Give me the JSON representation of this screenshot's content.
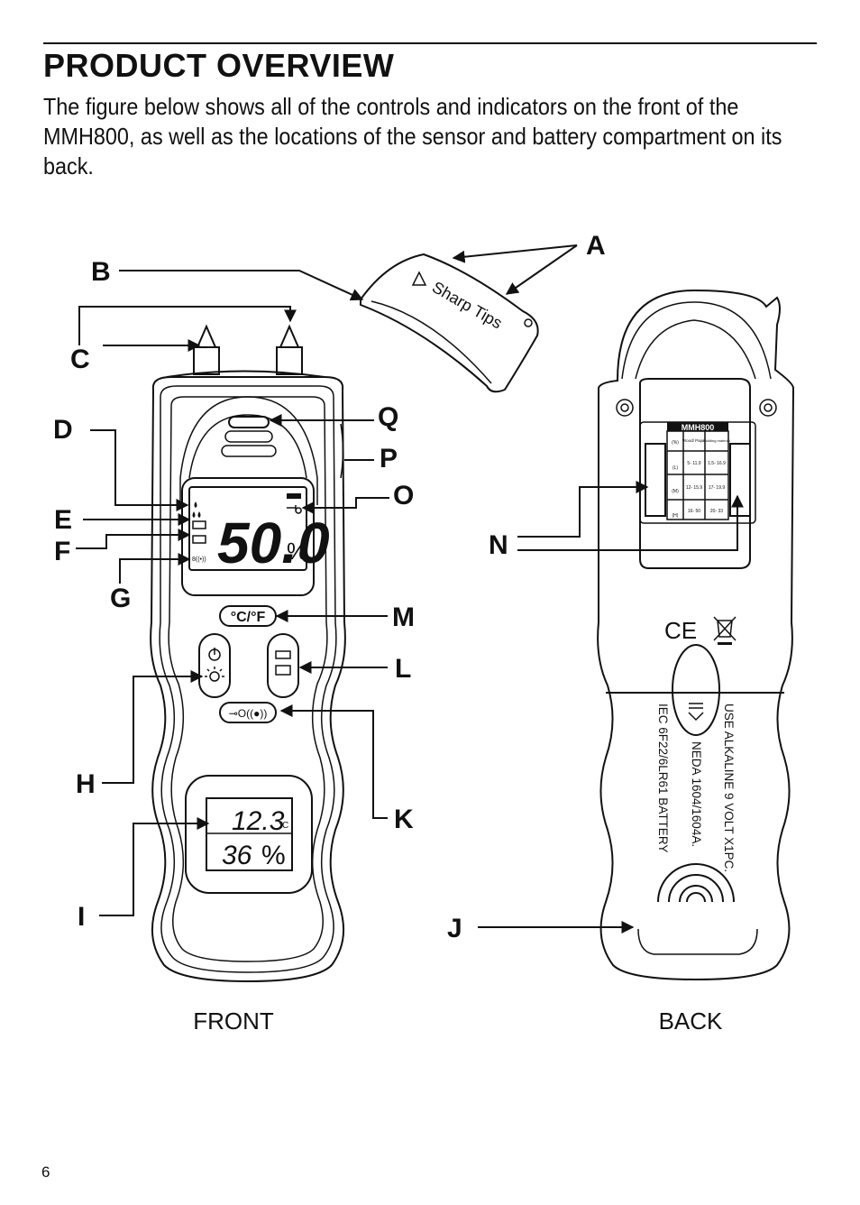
{
  "heading": "PRODUCT OVERVIEW",
  "intro": "The figure below shows all of the controls and indicators on the front of the MMH800, as well as the locations of the sensor and battery compartment on its back.",
  "callouts": {
    "A": "A",
    "B": "B",
    "C": "C",
    "D": "D",
    "E": "E",
    "F": "F",
    "G": "G",
    "H": "H",
    "I": "I",
    "J": "J",
    "K": "K",
    "L": "L",
    "M": "M",
    "N": "N",
    "O": "O",
    "P": "P",
    "Q": "Q"
  },
  "cap_text": "Sharp Tips",
  "front": {
    "caption": "FRONT",
    "main_reading": "50.0",
    "main_unit": "%",
    "temp_reading": "12.3",
    "temp_unit": "°C",
    "humidity_reading": "36",
    "humidity_unit": "%",
    "cf_button": "°C/°F"
  },
  "back": {
    "caption": "BACK",
    "model": "MMH800",
    "table_headers": [
      "(%)",
      "Wood/ Paper",
      "Building material"
    ],
    "table_rows": [
      {
        "level": "(L)",
        "wood": "5- 11.9",
        "building": "1.5- 16.9"
      },
      {
        "level": "(M)",
        "wood": "12- 15.9",
        "building": "17- 19.9"
      },
      {
        "level": "(H)",
        "wood": "16- 50",
        "building": "20- 33"
      }
    ],
    "ce_mark": "CE",
    "battery_line1": "USE ALKALINE 9 VOLT X1PC.",
    "battery_line2": "NEDA 1604/1604A.",
    "battery_line3": "IEC 6F22/6LR61 BATTERY"
  },
  "page_number": "6"
}
